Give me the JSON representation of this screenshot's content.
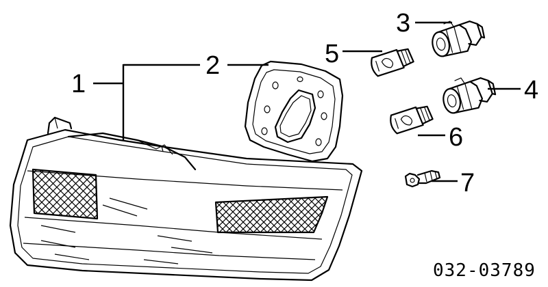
{
  "diagram": {
    "callouts": {
      "c1": "1",
      "c2": "2",
      "c3": "3",
      "c4": "4",
      "c5": "5",
      "c6": "6",
      "c7": "7"
    },
    "part_number": "032-03789"
  }
}
